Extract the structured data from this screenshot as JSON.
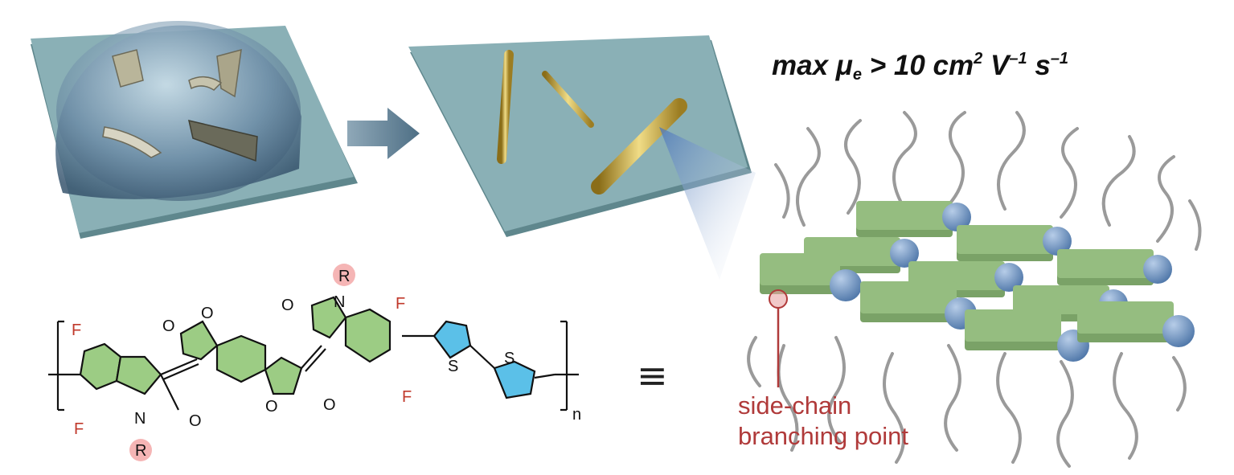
{
  "headline": {
    "prefix": "max μ",
    "subscript": "e",
    "middle1": " > 10 cm",
    "sup1": "2",
    "middle2": " V",
    "sup2": "–1",
    "middle3": " s",
    "sup3": "–1"
  },
  "molecule": {
    "labels": {
      "f_top_left": "F",
      "f_bottom_left": "F",
      "n_left": "N",
      "r_left": "R",
      "o_left_ketone": "O",
      "o_lactone_top": "O",
      "o_ring_top": "O",
      "o_ring_bottom": "O",
      "o_lactone_bottom": "O",
      "o_right_ketone": "O",
      "n_right": "N",
      "r_right": "R",
      "f_top_right": "F",
      "f_bottom_right": "F",
      "s_thiophene_1": "S",
      "s_thiophene_2": "S",
      "repeat_n": "n"
    },
    "equivalence_symbol": "≡"
  },
  "branch_label": {
    "line1": "side-chain",
    "line2": "branching point"
  },
  "colors": {
    "substrate": "#7fa6ac",
    "substrate_edge": "#5f878d",
    "rod_gold": "#c9a83a",
    "green_block": "#8fb57a",
    "blue_sphere": "#6f93c2",
    "chain_gray": "#9a9a9a",
    "label_red": "#b03a3a",
    "fluorine_red": "#c0392b",
    "thiophene_blue": "#5bc0e8",
    "ring_green": "#9ccc84",
    "r_pink": "#f5b5b5"
  }
}
